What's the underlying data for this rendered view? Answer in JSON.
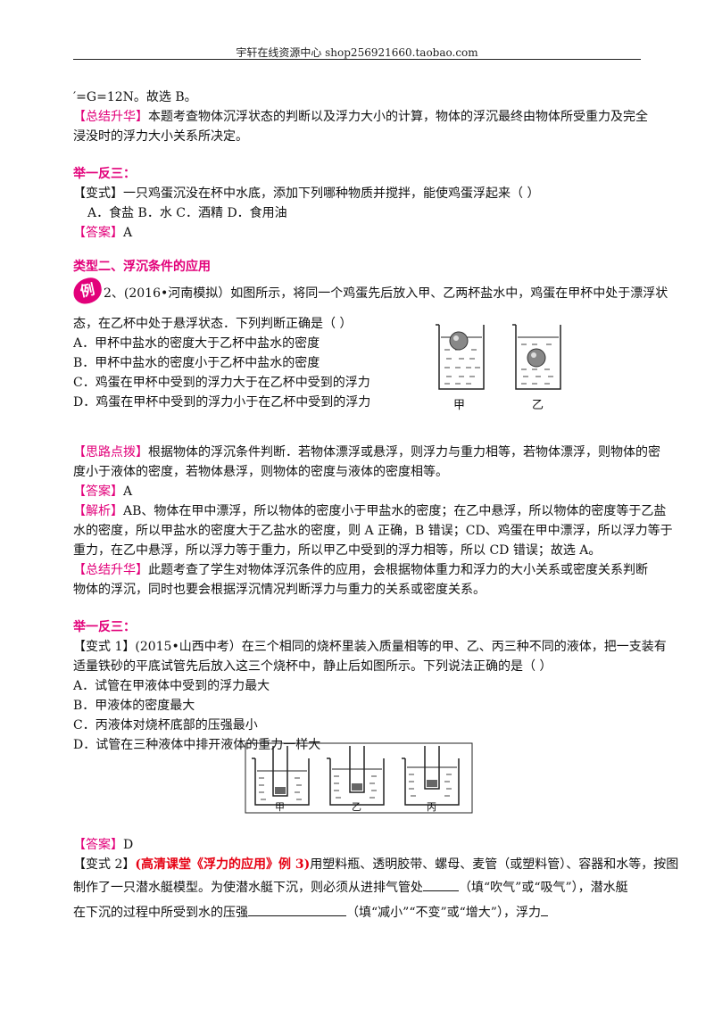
{
  "header": {
    "text": "宇轩在线资源中心   shop256921660.taobao.com"
  },
  "p1": {
    "frag": "′=G=12N。故选 B。",
    "sum_tag": "【总结升华】",
    "sum_l1": "本题考查物体沉浮状态的判断以及浮力大小的计算，物体的浮沉最终由物体所受重力及完全",
    "sum_l2": "浸没时的浮力大小关系所决定。"
  },
  "ex1": {
    "heading": "举一反三：",
    "q": "【变式】一只鸡蛋沉没在杯中水底，添加下列哪种物质并搅拌，能使鸡蛋浮起来（     ）",
    "options": "A．食盐    B．水    C．酒精    D．食用油",
    "ans_tag": "【答案】",
    "ans": "A"
  },
  "type2": {
    "heading": "类型二、浮沉条件的应用",
    "badge": "例",
    "q_l1": "2、(2016•河南模拟）如图所示，将同一个鸡蛋先后放入甲、乙两杯盐水中，鸡蛋在甲杯中处于漂浮状",
    "q_l2": "态，在乙杯中处于悬浮状态．下列判断正确是（        ）",
    "opt_a": "A．甲杯中盐水的密度大于乙杯中盐水的密度",
    "opt_b": "B．甲杯中盐水的密度小于乙杯中盐水的密度",
    "opt_c": "C．鸡蛋在甲杯中受到的浮力大于在乙杯中受到的浮力",
    "opt_d": "D．鸡蛋在甲杯中受到的浮力小于在乙杯中受到的浮力",
    "label_jia": "甲",
    "label_yi": "乙",
    "hint_tag": "【思路点拨】",
    "hint_l1": "根据物体的浮沉条件判断．若物体漂浮或悬浮，则浮力与重力相等，若物体漂浮，则物体的密",
    "hint_l2": "度小于液体的密度，若物体悬浮，则物体的密度与液体的密度相等。",
    "ans_tag": "【答案】",
    "ans": "A",
    "jx_tag": "【解析】",
    "jx_l1": "AB、物体在甲中漂浮，所以物体的密度小于甲盐水的密度；在乙中悬浮，所以物体的密度等于乙盐",
    "jx_l2": "水的密度，所以甲盐水的密度大于乙盐水的密度，则 A 正确，B 错误；CD、鸡蛋在甲中漂浮，所以浮力等于",
    "jx_l3": "重力，在乙中悬浮，所以浮力等于重力，所以甲乙中受到的浮力相等，所以 CD 错误；故选 A。",
    "sum_tag": "【总结升华】",
    "sum_l1": "此题考查了学生对物体浮沉条件的应用，会根据物体重力和浮力的大小关系或密度关系判断",
    "sum_l2": "物体的浮沉，同时也要会根据浮沉情况判断浮力与重力的关系或密度关系。"
  },
  "ex2": {
    "heading": "举一反三：",
    "q_l1": "【变式 1】(2015•山西中考）在三个相同的烧杯里装入质量相等的甲、乙、丙三种不同的液体，把一支装有",
    "q_l2": "适量铁砂的平底试管先后放入这三个烧杯中，静止后如图所示。下列说法正确的是（        ）",
    "opt_a": "A．试管在甲液体中受到的浮力最大",
    "opt_b": "B．甲液体的密度最大",
    "opt_c": "C．丙液体对烧杯底部的压强最小",
    "opt_d": "D．试管在三种液体中排开液体的重力一样大",
    "label_jia": "甲",
    "label_yi": "乙",
    "label_bing": "丙",
    "ans_tag": "【答案】",
    "ans": "D",
    "v2_tag": "【变式 2】",
    "v2_red": "(高清课堂《浮力的应用》例 3)",
    "v2_l1": "用塑料瓶、透明胶带、螺母、麦管（或塑料管）、容器和水等，按图",
    "v2_l2a": "制作了一只潜水艇模型。为使潜水艇下沉，则必须从进排气管处",
    "v2_l2b": "（填“吹气”或“吸气”），潜水艇",
    "v2_l3a": "在下沉的过程中所受到水的压强",
    "v2_l3b": "（填“减小”“不变”或“增大”），浮力"
  }
}
